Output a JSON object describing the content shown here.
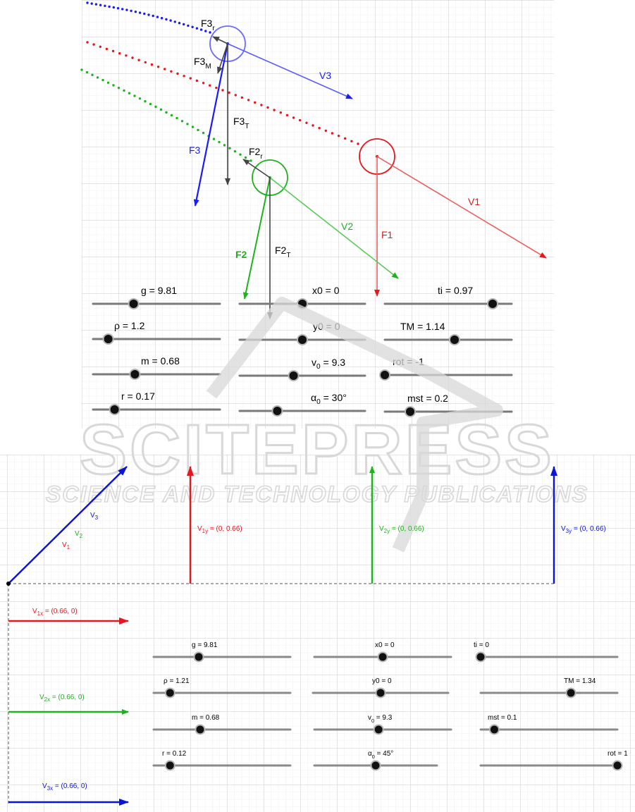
{
  "top_panel": {
    "labels": {
      "F3r_main": "F3",
      "F3r_sub": "r",
      "F3M_main": "F3",
      "F3M_sub": "M",
      "V3": "V3",
      "F3T_main": "F3",
      "F3T_sub": "T",
      "F3": "F3",
      "F2r_main": "F2",
      "F2r_sub": "r",
      "V1": "V1",
      "V2": "V2",
      "F1": "F1",
      "F2": "F2",
      "F2T_main": "F2",
      "F2T_sub": "T"
    },
    "sliders": [
      {
        "id": "g",
        "label": "g = 9.81",
        "fraction": 0.32
      },
      {
        "id": "x0",
        "label": "x0 = 0",
        "fraction": 0.5
      },
      {
        "id": "ti",
        "label": "ti = 0.97",
        "fraction": 0.85
      },
      {
        "id": "rho",
        "label": "ρ = 1.2",
        "fraction": 0.12
      },
      {
        "id": "y0",
        "label": "y0 = 0",
        "fraction": 0.5
      },
      {
        "id": "TM",
        "label": "TM = 1.14",
        "fraction": 0.55
      },
      {
        "id": "m",
        "label": "m = 0.68",
        "fraction": 0.33
      },
      {
        "id": "v0",
        "label_main": "v",
        "label_sub": "0",
        "label_rest": " = 9.3",
        "fraction": 0.43
      },
      {
        "id": "rot",
        "label": "rot = -1",
        "fraction": 0.0
      },
      {
        "id": "r",
        "label": "r = 0.17",
        "fraction": 0.17
      },
      {
        "id": "a0",
        "label_main": "α",
        "label_sub": "0",
        "label_rest": " = 30°",
        "fraction": 0.3
      },
      {
        "id": "mst",
        "label": "mst = 0.2",
        "fraction": 0.2
      }
    ]
  },
  "watermark": {
    "title": "SCITEPRESS",
    "subtitle": "SCIENCE AND TECHNOLOGY PUBLICATIONS"
  },
  "bottom_panel": {
    "labels": {
      "v3_main": "V",
      "v3_sub": "3",
      "v2_main": "V",
      "v2_sub": "2",
      "v1_main": "V",
      "v1_sub": "1",
      "v1y_main": "V",
      "v1y_sub": "1y",
      "v1y_val": " = (0, 0.66)",
      "v2y_main": "V",
      "v2y_sub": "2y",
      "v2y_val": " = (0, 0.66)",
      "v3y_main": "V",
      "v3y_sub": "3y",
      "v3y_val": " = (0, 0.66)",
      "v1x_main": "V",
      "v1x_sub": "1x",
      "v1x_val": " = (0.66, 0)",
      "v2x_main": "V",
      "v2x_sub": "2x",
      "v2x_val": " = (0.66, 0)",
      "v3x_main": "V",
      "v3x_sub": "3x",
      "v3x_val": " = (0.66, 0)"
    },
    "sliders": [
      {
        "id": "g",
        "label": "g = 9.81",
        "fraction": 0.33
      },
      {
        "id": "x0",
        "label": "x0 = 0",
        "fraction": 0.5
      },
      {
        "id": "ti",
        "label": "ti = 0",
        "fraction": 0.0
      },
      {
        "id": "rho",
        "label": "ρ = 1.21",
        "fraction": 0.12
      },
      {
        "id": "y0",
        "label": "y0 = 0",
        "fraction": 0.5
      },
      {
        "id": "TM",
        "label": "TM = 1.34",
        "fraction": 0.66
      },
      {
        "id": "m",
        "label": "m = 0.68",
        "fraction": 0.34
      },
      {
        "id": "v0",
        "label_main": "v",
        "label_sub": "0",
        "label_rest": " = 9.3",
        "fraction": 0.47
      },
      {
        "id": "mst",
        "label": "mst = 0.1",
        "fraction": 0.1
      },
      {
        "id": "r",
        "label": "r = 0.12",
        "fraction": 0.12
      },
      {
        "id": "a0",
        "label_main": "α",
        "label_sub": "0",
        "label_rest": " = 45°",
        "fraction": 0.5
      },
      {
        "id": "rot",
        "label": "rot = 1",
        "fraction": 1.0
      }
    ]
  },
  "colors": {
    "red": "#e8141e",
    "green": "#1db31d",
    "blue": "#1a1aff",
    "dark_blue": "#0b14d4",
    "gray": "#666666",
    "grid_minor": "#ececec",
    "grid_major": "#c8c8c8"
  }
}
